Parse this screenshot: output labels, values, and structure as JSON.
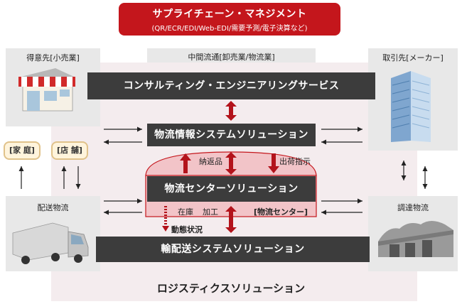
{
  "header": {
    "title": "サプライチェーン・マネジメント",
    "subtitle": "(QR/ECR/EDI/Web-EDI/需要予測/電子決算など)"
  },
  "left": {
    "customer_label": "得意先[小売業]",
    "home_tag": "[家 庭]",
    "store_tag": "[店 舗]",
    "delivery_label": "配送物流"
  },
  "center": {
    "wholesale_label": "中間流通[卸売業/物流業]",
    "consulting": "コンサルティング・エンジニアリングサービス",
    "info_system": "物流情報システムソリューション",
    "returns": "納返品",
    "shipping_instruction": "出荷指示",
    "center_solution": "物流センターソリューション",
    "inventory": "在庫",
    "processing": "加工",
    "center_tag": "[物流センター]",
    "status": "動態状況",
    "transport": "輸配送システムソリューション"
  },
  "right": {
    "supplier_label": "取引先[メーカー]",
    "procurement_label": "調達物流"
  },
  "footer": {
    "title": "ロジスティクスソリューション"
  },
  "colors": {
    "header_red": "#c4161c",
    "dark_bar": "#3c3c3c",
    "arrow_red": "#b3131b",
    "pink": "#f4ecee",
    "panel_gray": "#e8e8e8",
    "tag_bg": "#fff4dc"
  }
}
